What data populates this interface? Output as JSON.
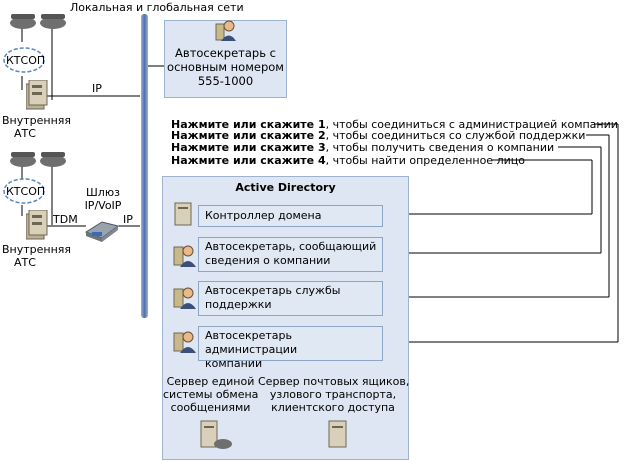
{
  "network": {
    "title": "Локальная и глобальная сети",
    "ip_label_top": "IP",
    "ip_label_bottom": "IP",
    "tdm_label": "TDM"
  },
  "left": {
    "pstn_top": "КТСОП",
    "pstn_bottom": "КТСОП",
    "pbx_top_line1": "Внутренняя",
    "pbx_top_line2": "АТС",
    "pbx_bottom_line1": "Внутренняя",
    "pbx_bottom_line2": "АТС",
    "gateway_line1": "Шлюз",
    "gateway_line2": "IP/VoIP"
  },
  "attendant_main": {
    "line1": "Автосекретарь с",
    "line2": "основным номером",
    "line3": "555-1000"
  },
  "instructions": [
    {
      "bold": "Нажмите или скажите 1",
      "rest": ", чтобы соединиться с администрацией компании"
    },
    {
      "bold": "Нажмите или скажите 2",
      "rest": ", чтобы соединиться со службой поддержки"
    },
    {
      "bold": "Нажмите или скажите 3",
      "rest": ", чтобы получить сведения о компании"
    },
    {
      "bold": "Нажмите или скажите 4",
      "rest": ", чтобы найти определенное лицо"
    }
  ],
  "ad": {
    "title": "Active Directory",
    "items": [
      {
        "line1": "Контроллер домена",
        "line2": ""
      },
      {
        "line1": "Автосекретарь, сообщающий",
        "line2": "сведения о компании"
      },
      {
        "line1": "Автосекретарь службы",
        "line2": "поддержки"
      },
      {
        "line1": "Автосекретарь администрации",
        "line2": "компании"
      }
    ],
    "um_server": {
      "line1": "Сервер единой",
      "line2": "системы обмена",
      "line3": "сообщениями"
    },
    "mbx_server": {
      "line1": "Сервер почтовых ящиков,",
      "line2": "узлового транспорта,",
      "line3": "клиентского доступа"
    }
  },
  "colors": {
    "box_fill": "#dde6f2",
    "box_border": "#9fb3cf",
    "bus": "#4f6fa8"
  }
}
